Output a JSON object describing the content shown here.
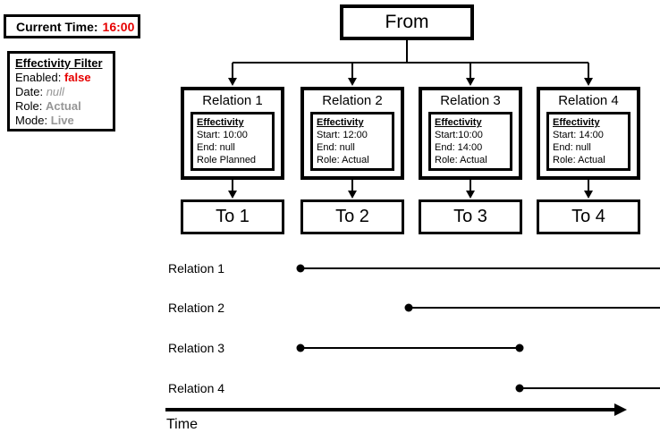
{
  "panels": {
    "current_time": {
      "label": "Current Time:",
      "value": "16:00"
    },
    "effectivity_filter": {
      "title": "Effectivity Filter",
      "fields": [
        {
          "label": "Enabled: ",
          "value": "false"
        },
        {
          "label": "Date: ",
          "value": "null"
        },
        {
          "label": "Role: ",
          "value": "Actual"
        },
        {
          "label": "Mode: ",
          "value": "Live"
        }
      ]
    }
  },
  "diagram": {
    "from_label": "From",
    "relations": [
      {
        "title": "Relation 1",
        "effectivity": {
          "title": "Effectivity",
          "lines": [
            "Start: 10:00",
            "End: null",
            "Role Planned"
          ]
        },
        "to_label": "To 1"
      },
      {
        "title": "Relation 2",
        "effectivity": {
          "title": "Effectivity",
          "lines": [
            "Start: 12:00",
            "End: null",
            "Role: Actual"
          ]
        },
        "to_label": "To 2"
      },
      {
        "title": "Relation 3",
        "effectivity": {
          "title": "Effectivity",
          "lines": [
            "Start:10:00",
            "End: 14:00",
            "Role: Actual"
          ]
        },
        "to_label": "To 3"
      },
      {
        "title": "Relation 4",
        "effectivity": {
          "title": "Effectivity",
          "lines": [
            "Start: 14:00",
            "End: null",
            "Role: Actual"
          ]
        },
        "to_label": "To 4"
      }
    ]
  },
  "timeline": {
    "axis_label": "Time",
    "rows": [
      {
        "label": "Relation 1",
        "start": "10:00",
        "end": null
      },
      {
        "label": "Relation 2",
        "start": "12:00",
        "end": null
      },
      {
        "label": "Relation 3",
        "start": "10:00",
        "end": "14:00"
      },
      {
        "label": "Relation 4",
        "start": "14:00",
        "end": null
      }
    ]
  },
  "colors": {
    "accent_red": "#e60000",
    "muted_gray": "#969696",
    "line_black": "#000000"
  }
}
